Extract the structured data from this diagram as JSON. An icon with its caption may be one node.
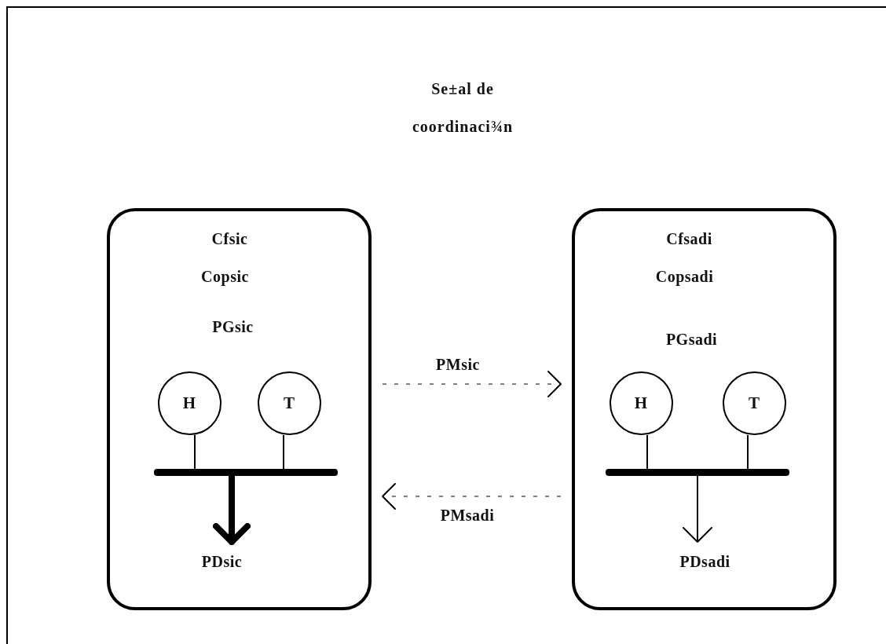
{
  "diagram": {
    "title": "Se±al de coordinaci¾n",
    "nodes": [
      {
        "text": [
          "Cfsic",
          "Copsic",
          "PGsic"
        ]
      },
      {
        "text": [
          "H"
        ],
        "in": 0
      },
      {
        "text": [
          "T"
        ],
        "in": 0
      },
      {
        "text": [],
        "shape": "bar",
        "in": 0
      },
      {
        "text": [
          "PDsic"
        ],
        "in": 0
      },
      {
        "text": [
          "Cfsadi",
          "Copsadi",
          "PGsadi"
        ]
      },
      {
        "text": [
          "H"
        ],
        "in": 5
      },
      {
        "text": [
          "T"
        ],
        "in": 5
      },
      {
        "text": [],
        "shape": "bar",
        "in": 5
      },
      {
        "text": [
          "PDsadi"
        ],
        "in": 5
      }
    ],
    "edges": [
      {
        "from": 1,
        "to": 3,
        "arrow": "none"
      },
      {
        "from": 2,
        "to": 3,
        "arrow": "none"
      },
      {
        "from": 3,
        "to": 4,
        "arrow": "to",
        "style": "thick"
      },
      {
        "from": 6,
        "to": 8,
        "arrow": "none"
      },
      {
        "from": 7,
        "to": 8,
        "arrow": "none"
      },
      {
        "from": 8,
        "to": 9,
        "arrow": "to"
      },
      {
        "from": 0,
        "to": 5,
        "arrow": "to",
        "label": "PMsic",
        "style": "dashed"
      },
      {
        "from": 5,
        "to": 0,
        "arrow": "to",
        "label": "PMsadi",
        "style": "dashed"
      }
    ]
  }
}
